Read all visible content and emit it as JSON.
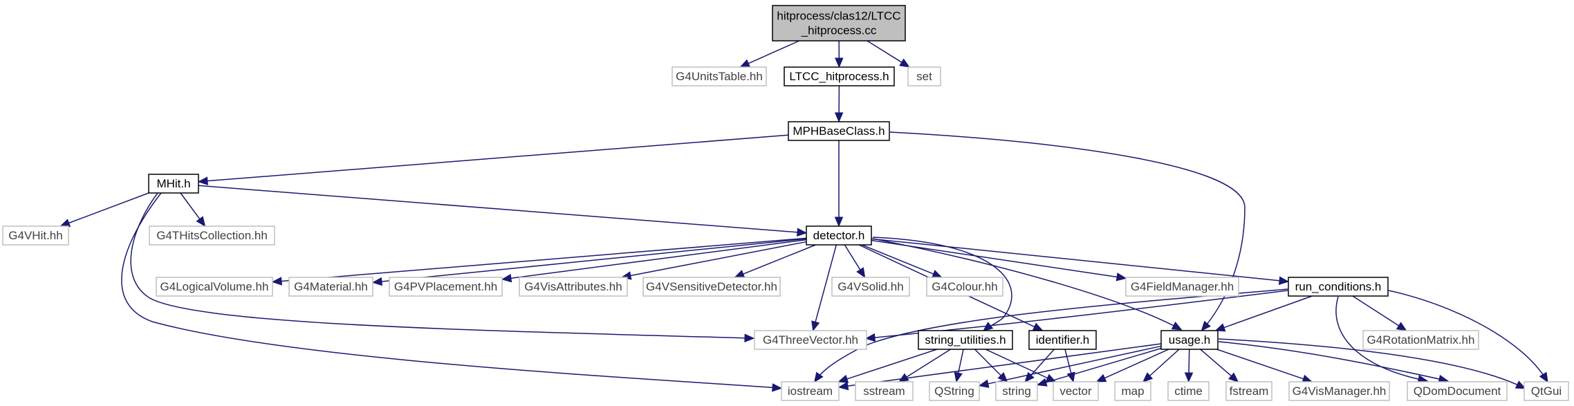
{
  "colors": {
    "edge": "#191970",
    "root_fill": "#bfbfbf",
    "local_border": "#000000",
    "external_border": "#bfbfbf",
    "external_text": "#3f3f3f"
  },
  "nodes": [
    {
      "id": "root",
      "lines": [
        "hitprocess/clas12/LTCC",
        "_hitprocess.cc"
      ],
      "kind": "root"
    },
    {
      "id": "g4unitstable",
      "lines": [
        "G4UnitsTable.hh"
      ],
      "kind": "ext"
    },
    {
      "id": "ltcc",
      "lines": [
        "LTCC_hitprocess.h"
      ],
      "kind": "local"
    },
    {
      "id": "set",
      "lines": [
        "set"
      ],
      "kind": "ext"
    },
    {
      "id": "mphbase",
      "lines": [
        "MPHBaseClass.h"
      ],
      "kind": "local"
    },
    {
      "id": "mhit",
      "lines": [
        "MHit.h"
      ],
      "kind": "local"
    },
    {
      "id": "g4vhit",
      "lines": [
        "G4VHit.hh"
      ],
      "kind": "ext"
    },
    {
      "id": "g4thits",
      "lines": [
        "G4THitsCollection.hh"
      ],
      "kind": "ext"
    },
    {
      "id": "detector",
      "lines": [
        "detector.h"
      ],
      "kind": "local"
    },
    {
      "id": "g4logical",
      "lines": [
        "G4LogicalVolume.hh"
      ],
      "kind": "ext"
    },
    {
      "id": "g4material",
      "lines": [
        "G4Material.hh"
      ],
      "kind": "ext"
    },
    {
      "id": "g4pvplacement",
      "lines": [
        "G4PVPlacement.hh"
      ],
      "kind": "ext"
    },
    {
      "id": "g4visattr",
      "lines": [
        "G4VisAttributes.hh"
      ],
      "kind": "ext"
    },
    {
      "id": "g4vsensitive",
      "lines": [
        "G4VSensitiveDetector.hh"
      ],
      "kind": "ext"
    },
    {
      "id": "g4vsolid",
      "lines": [
        "G4VSolid.hh"
      ],
      "kind": "ext"
    },
    {
      "id": "g4colour",
      "lines": [
        "G4Colour.hh"
      ],
      "kind": "ext"
    },
    {
      "id": "g4fieldmgr",
      "lines": [
        "G4FieldManager.hh"
      ],
      "kind": "ext"
    },
    {
      "id": "runcond",
      "lines": [
        "run_conditions.h"
      ],
      "kind": "local"
    },
    {
      "id": "g4threevector",
      "lines": [
        "G4ThreeVector.hh"
      ],
      "kind": "ext"
    },
    {
      "id": "strutil",
      "lines": [
        "string_utilities.h"
      ],
      "kind": "local"
    },
    {
      "id": "identifier",
      "lines": [
        "identifier.h"
      ],
      "kind": "local"
    },
    {
      "id": "usage",
      "lines": [
        "usage.h"
      ],
      "kind": "local"
    },
    {
      "id": "g4rotmatrix",
      "lines": [
        "G4RotationMatrix.hh"
      ],
      "kind": "ext"
    },
    {
      "id": "iostream",
      "lines": [
        "iostream"
      ],
      "kind": "ext"
    },
    {
      "id": "sstream",
      "lines": [
        "sstream"
      ],
      "kind": "ext"
    },
    {
      "id": "qstring",
      "lines": [
        "QString"
      ],
      "kind": "ext"
    },
    {
      "id": "string",
      "lines": [
        "string"
      ],
      "kind": "ext"
    },
    {
      "id": "vector",
      "lines": [
        "vector"
      ],
      "kind": "ext"
    },
    {
      "id": "map",
      "lines": [
        "map"
      ],
      "kind": "ext"
    },
    {
      "id": "ctime",
      "lines": [
        "ctime"
      ],
      "kind": "ext"
    },
    {
      "id": "fstream",
      "lines": [
        "fstream"
      ],
      "kind": "ext"
    },
    {
      "id": "g4vismanager",
      "lines": [
        "G4VisManager.hh"
      ],
      "kind": "ext"
    },
    {
      "id": "qdomdocument",
      "lines": [
        "QDomDocument"
      ],
      "kind": "ext"
    },
    {
      "id": "qtgui",
      "lines": [
        "QtGui"
      ],
      "kind": "ext"
    }
  ],
  "edges": [
    [
      "root",
      "g4unitstable"
    ],
    [
      "root",
      "ltcc"
    ],
    [
      "root",
      "set"
    ],
    [
      "ltcc",
      "mphbase"
    ],
    [
      "mphbase",
      "mhit"
    ],
    [
      "mphbase",
      "detector"
    ],
    [
      "mphbase",
      "usage"
    ],
    [
      "mhit",
      "g4vhit"
    ],
    [
      "mhit",
      "g4thits"
    ],
    [
      "mhit",
      "detector"
    ],
    [
      "mhit",
      "g4threevector"
    ],
    [
      "mhit",
      "iostream"
    ],
    [
      "detector",
      "g4logical"
    ],
    [
      "detector",
      "g4material"
    ],
    [
      "detector",
      "g4pvplacement"
    ],
    [
      "detector",
      "g4visattr"
    ],
    [
      "detector",
      "g4vsensitive"
    ],
    [
      "detector",
      "g4vsolid"
    ],
    [
      "detector",
      "g4colour"
    ],
    [
      "detector",
      "g4fieldmgr"
    ],
    [
      "detector",
      "runcond"
    ],
    [
      "detector",
      "g4threevector"
    ],
    [
      "detector",
      "strutil"
    ],
    [
      "detector",
      "identifier"
    ],
    [
      "detector",
      "usage"
    ],
    [
      "runcond",
      "g4threevector"
    ],
    [
      "runcond",
      "iostream"
    ],
    [
      "runcond",
      "usage"
    ],
    [
      "runcond",
      "g4rotmatrix"
    ],
    [
      "runcond",
      "qdomdocument"
    ],
    [
      "runcond",
      "qtgui"
    ],
    [
      "strutil",
      "iostream"
    ],
    [
      "strutil",
      "sstream"
    ],
    [
      "strutil",
      "qstring"
    ],
    [
      "strutil",
      "string"
    ],
    [
      "strutil",
      "vector"
    ],
    [
      "identifier",
      "string"
    ],
    [
      "identifier",
      "vector"
    ],
    [
      "usage",
      "iostream"
    ],
    [
      "usage",
      "qstring"
    ],
    [
      "usage",
      "string"
    ],
    [
      "usage",
      "vector"
    ],
    [
      "usage",
      "map"
    ],
    [
      "usage",
      "ctime"
    ],
    [
      "usage",
      "fstream"
    ],
    [
      "usage",
      "g4vismanager"
    ],
    [
      "usage",
      "qdomdocument"
    ],
    [
      "usage",
      "qtgui"
    ]
  ]
}
